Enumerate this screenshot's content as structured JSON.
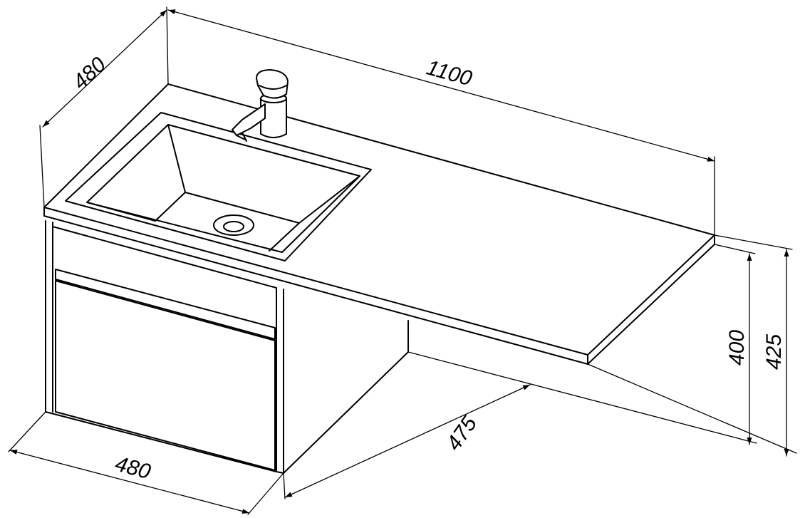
{
  "drawing": {
    "dimensions": {
      "top_depth": "480",
      "top_width": "1100",
      "cabinet_width": "480",
      "floor_depth": "475",
      "front_height": "400",
      "back_height": "425"
    }
  }
}
